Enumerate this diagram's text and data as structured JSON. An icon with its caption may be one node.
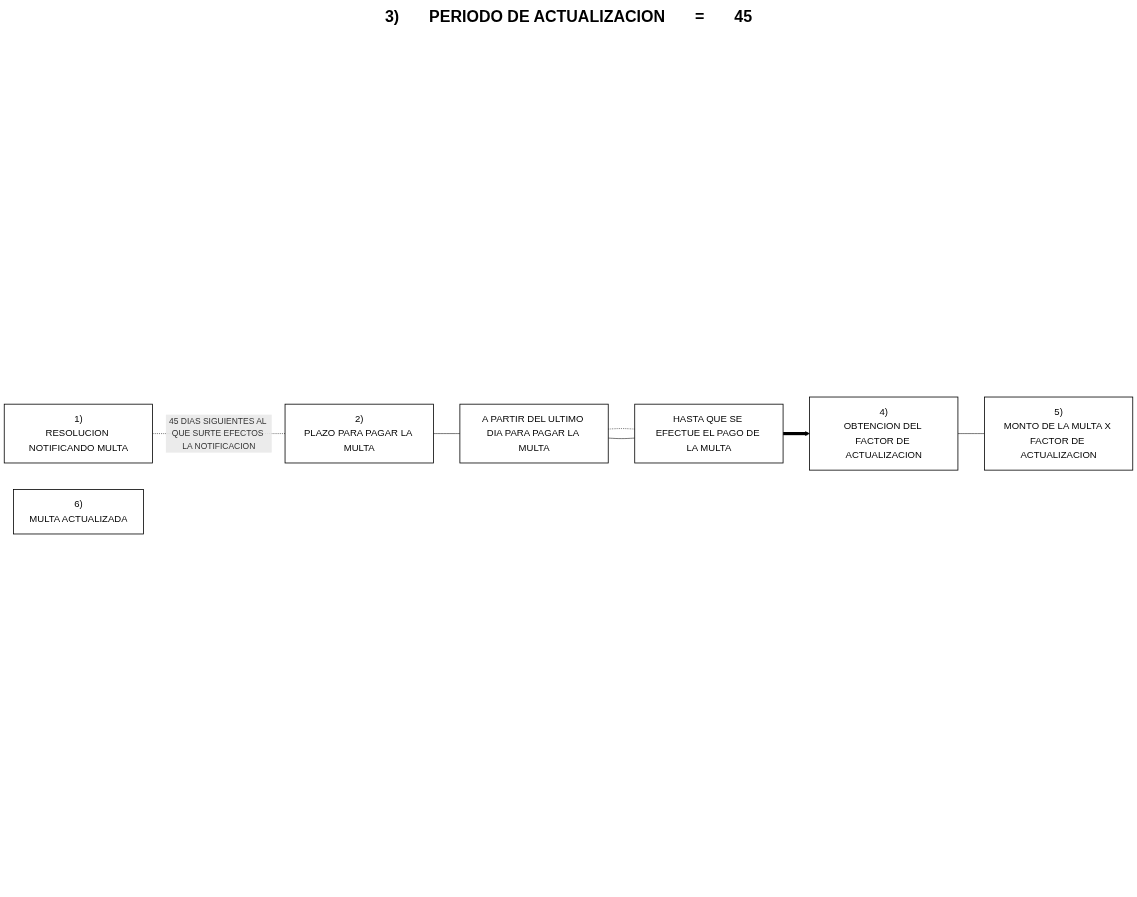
{
  "diagram": {
    "nodes": [
      {
        "text": [
          "1)",
          "RESOLUCION NOTIFICANDO MULTA"
        ]
      },
      {
        "text": [
          "2)",
          "PLAZO PARA PAGAR LA MULTA"
        ]
      },
      {
        "text": [
          "A PARTIR DEL ULTIMO DIA PARA PAGAR LA MULTA"
        ]
      },
      {
        "text": [
          "HASTA QUE SE EFECTUE EL PAGO DE LA MULTA"
        ]
      },
      {
        "text": [
          "4)",
          "OBTENCION DEL FACTOR DE ACTUALIZACION"
        ]
      },
      {
        "text": [
          "5)",
          "MONTO DE LA MULTA X FACTOR DE ACTUALIZACION"
        ]
      },
      {
        "text": [
          "6)",
          "MULTA ACTUALIZADA"
        ]
      }
    ],
    "edges": [
      {
        "from": 0,
        "to": 1,
        "arrow": "none",
        "style": "dashed",
        "label": "45 DIAS SIGUIENTES AL QUE SURTE EFECTOS LA NOTIFICACION"
      },
      {
        "from": 1,
        "to": 2,
        "arrow": "none"
      },
      {
        "from": 2,
        "to": 3,
        "arrow": "none",
        "style": "dashed"
      },
      {
        "from": 2,
        "to": 3,
        "arrow": "none"
      },
      {
        "from": 3,
        "to": 4,
        "arrow": "to",
        "style": "thick"
      },
      {
        "from": 4,
        "to": 5,
        "arrow": "none"
      }
    ],
    "labels": [
      "3)",
      "PERIODO DE ACTUALIZACION",
      "=",
      "45"
    ]
  }
}
